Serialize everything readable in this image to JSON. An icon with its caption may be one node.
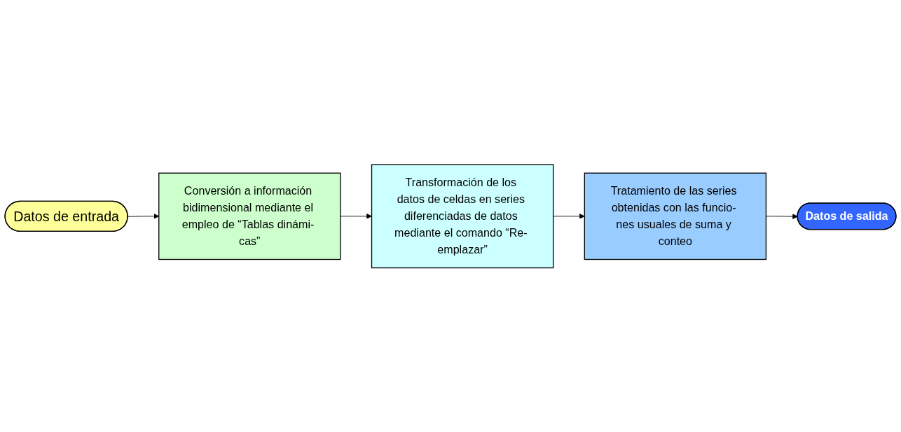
{
  "diagram": {
    "nodes": [
      {
        "text": [
          "Datos de entrada"
        ]
      },
      {
        "text": [
          "Conversión a información bidimensional mediante el empleo de “Tablas dinámi- cas”"
        ]
      },
      {
        "text": [
          "Transformación de los datos de celdas en series diferenciadas de datos mediante el comando “Re- emplazar”"
        ]
      },
      {
        "text": [
          "Tratamiento de las series obtenidas con las funcio- nes usuales de suma y conteo"
        ]
      },
      {
        "text": [
          "Datos de salida"
        ]
      }
    ],
    "edges": [
      {
        "from": 0,
        "to": 1,
        "arrow": "to"
      },
      {
        "from": 1,
        "to": 2,
        "arrow": "to"
      },
      {
        "from": 2,
        "to": 3,
        "arrow": "to"
      },
      {
        "from": 3,
        "to": 4,
        "arrow": "to"
      }
    ]
  }
}
